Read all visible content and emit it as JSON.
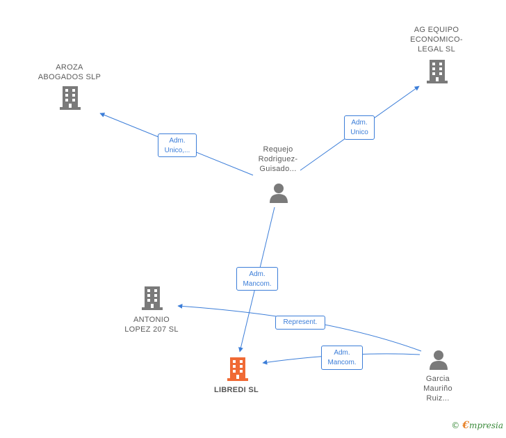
{
  "nodes": {
    "aroza": {
      "label": "AROZA\nABOGADOS  SLP",
      "icon": "building-icon"
    },
    "ag_equipo": {
      "label": "AG EQUIPO\nECONOMICO-\nLEGAL  SL",
      "icon": "building-icon"
    },
    "requejo": {
      "label": "Requejo\nRodriguez-\nGuisado...",
      "icon": "person-icon"
    },
    "antonio": {
      "label": "ANTONIO\nLOPEZ 207 SL",
      "icon": "building-icon"
    },
    "libredi": {
      "label": "LIBREDI  SL",
      "icon": "building-icon"
    },
    "garcia": {
      "label": "Garcia\nMauriño\nRuiz...",
      "icon": "person-icon"
    }
  },
  "edges": {
    "adm_unico_aroza": "Adm.\nUnico,...",
    "adm_unico_ag": "Adm.\nUnico",
    "adm_mancom_requejo": "Adm.\nMancom.",
    "represent": "Represent.",
    "adm_mancom_garcia": "Adm.\nMancom."
  },
  "colors": {
    "edge": "#3b7dd8",
    "building": "#7a7a7a",
    "building_highlight": "#f06a35",
    "person": "#7a7a7a"
  },
  "brand": {
    "copyright": "©",
    "name_initial": "€",
    "name_rest": "mpresia"
  }
}
